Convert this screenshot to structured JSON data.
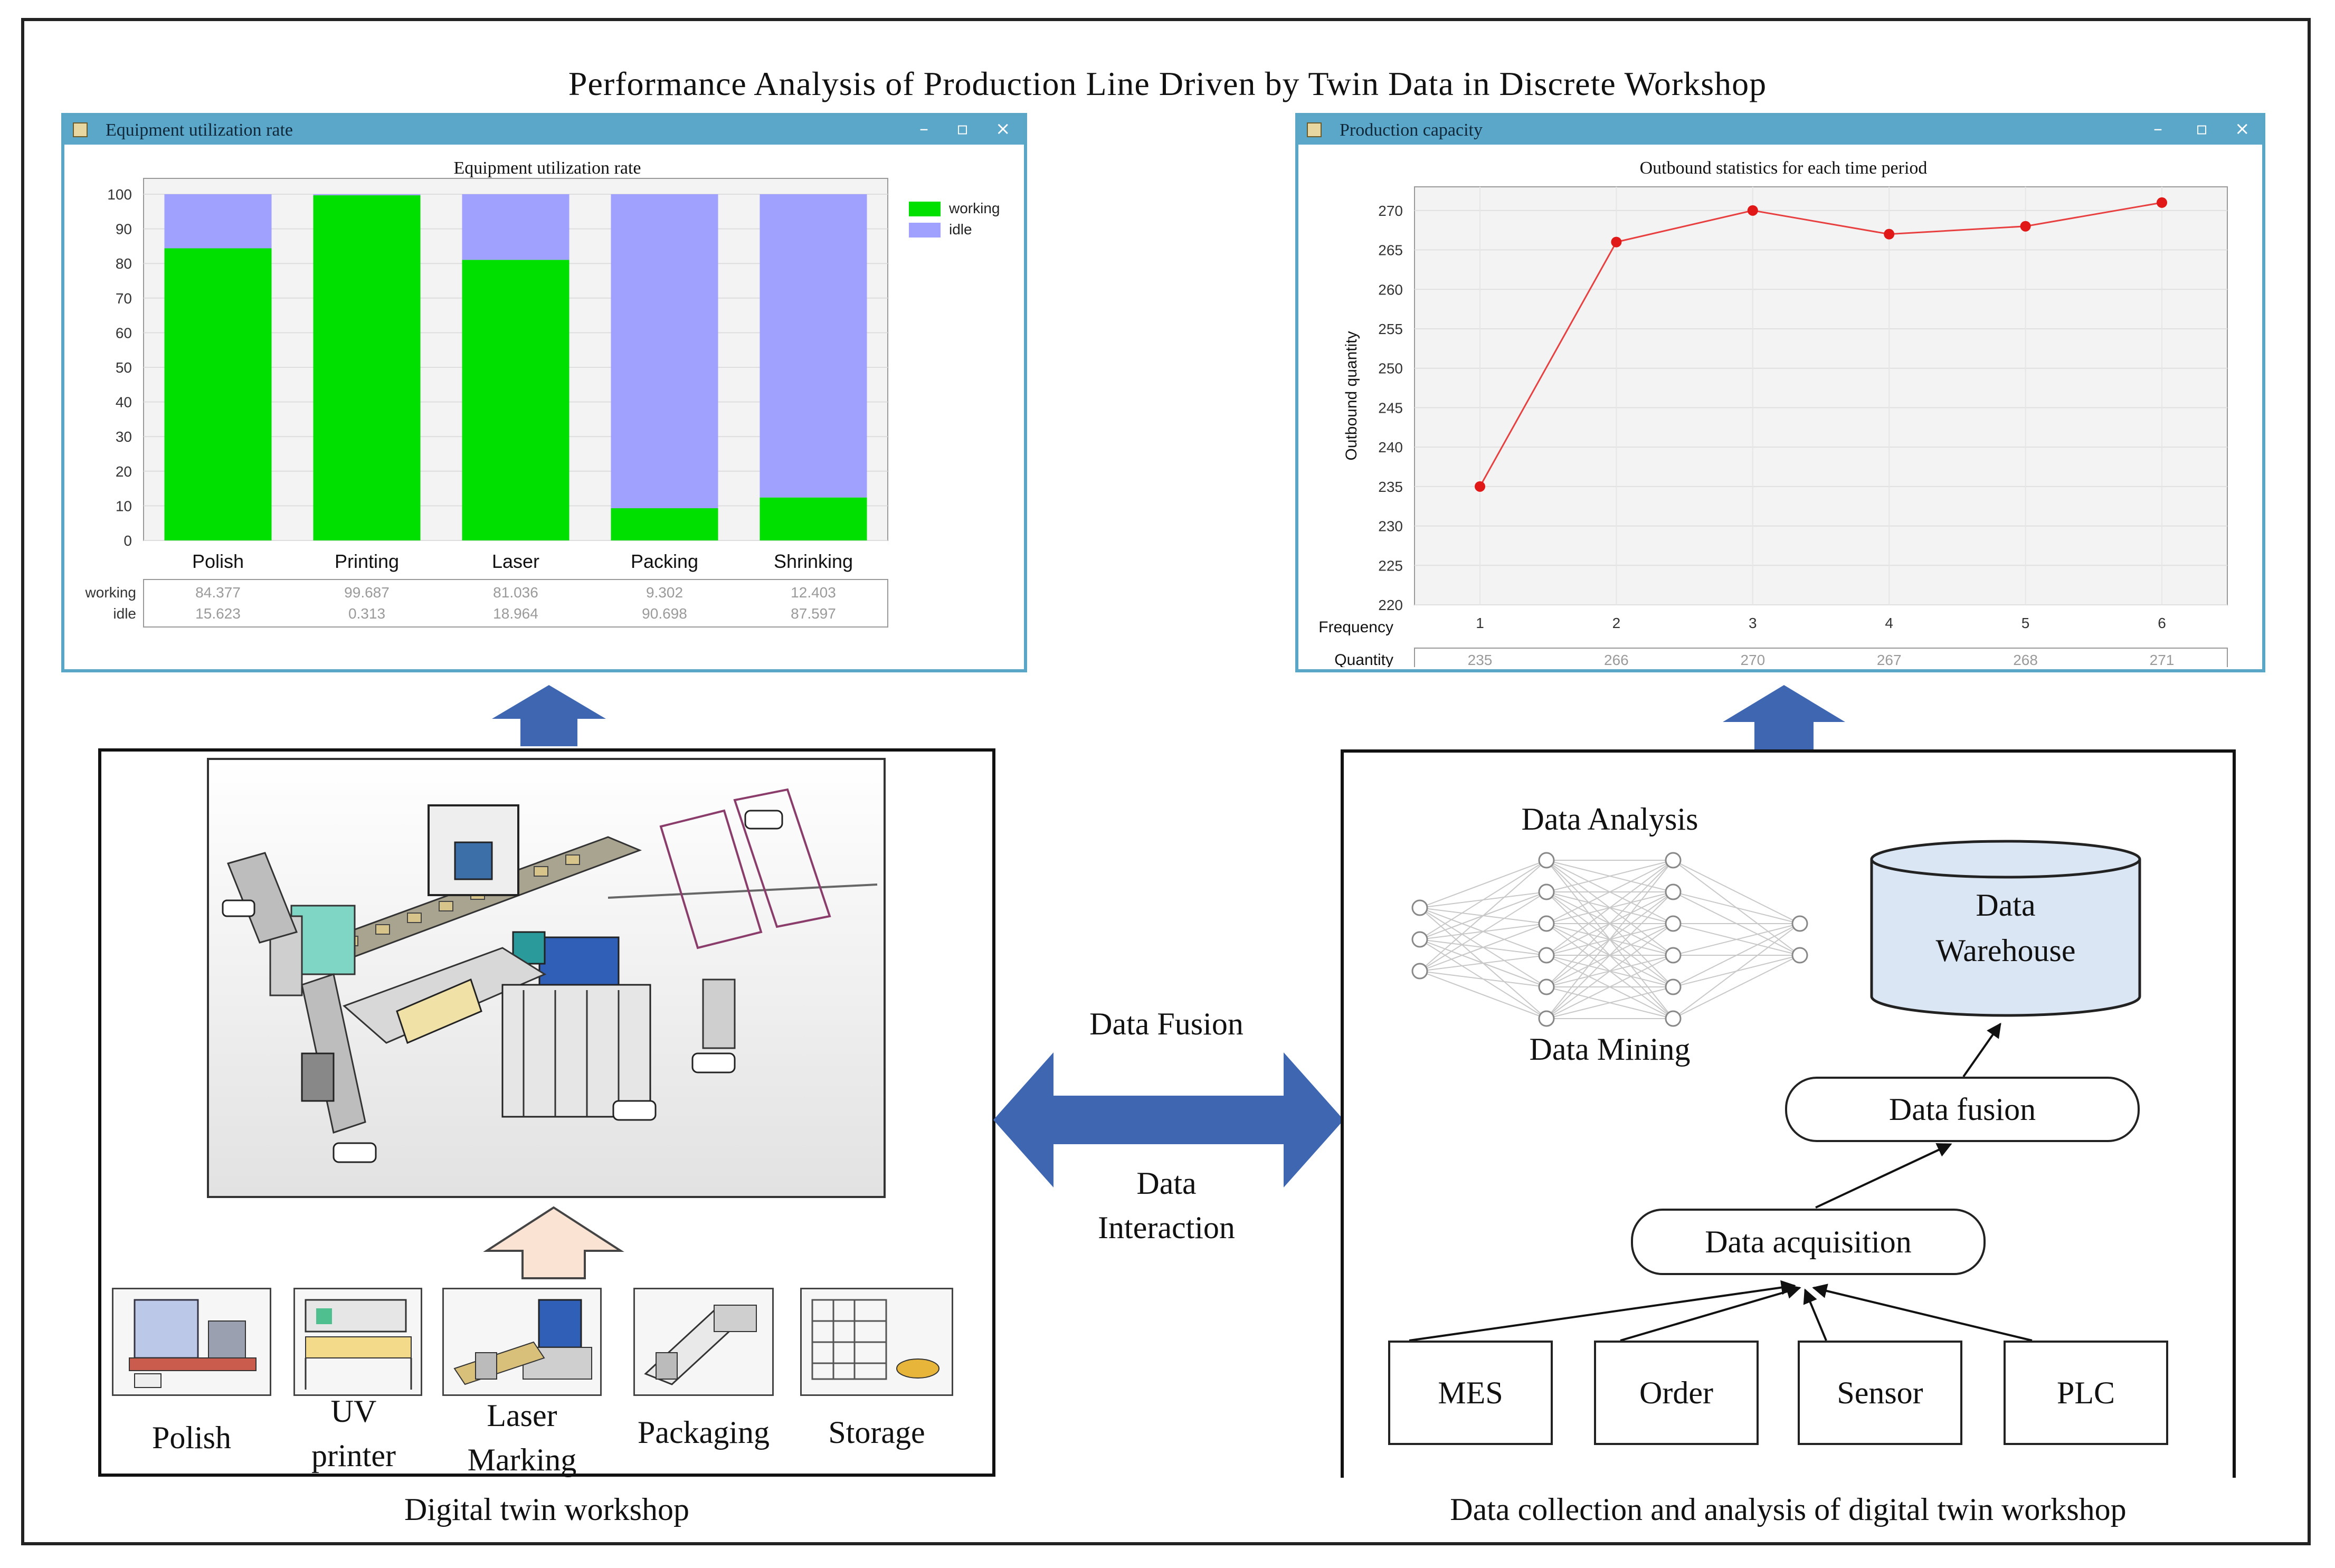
{
  "title": "Performance Analysis of Production Line Driven by Twin Data in Discrete Workshop",
  "colors": {
    "window_bar": "#5ba7c9",
    "working": "#00e000",
    "idle": "#a0a0ff",
    "line": "#e84040",
    "arrow": "#3f66b0",
    "arrow_light": "#fbe3d4",
    "warehouse": "#dae6f3"
  },
  "left_window": {
    "bar_title": "Equipment utilization rate",
    "chart_title": "Equipment utilization rate",
    "legend": [
      "working",
      "idle"
    ],
    "row_labels": [
      "working",
      "idle"
    ]
  },
  "right_window": {
    "bar_title": "Production capacity",
    "chart_title": "Outbound statistics for each time period",
    "ylabel": "Outbound quantity",
    "row_labels": [
      "Frequency",
      "Quantity"
    ]
  },
  "chart_data": [
    {
      "type": "bar",
      "stacked": true,
      "title": "Equipment utilization rate",
      "categories": [
        "Polish",
        "Printing",
        "Laser",
        "Packing",
        "Shrinking"
      ],
      "series": [
        {
          "name": "working",
          "values": [
            84.377,
            99.687,
            81.036,
            9.302,
            12.403
          ],
          "color": "#00e000"
        },
        {
          "name": "idle",
          "values": [
            15.623,
            0.313,
            18.964,
            90.698,
            87.597
          ],
          "color": "#a0a0ff"
        }
      ],
      "value_labels": {
        "working": [
          "84.377",
          "99.687",
          "81.036",
          "9.302",
          "12.403"
        ],
        "idle": [
          "15.623",
          "0.313",
          "18.964",
          "90.698",
          "87.597"
        ]
      },
      "ylim": [
        0,
        100
      ],
      "yticks": [
        "0",
        "10",
        "20",
        "30",
        "40",
        "50",
        "60",
        "70",
        "80",
        "90",
        "100"
      ],
      "legend_position": "top-right",
      "grid": true
    },
    {
      "type": "line",
      "title": "Outbound statistics for each time period",
      "ylabel": "Outbound quantity",
      "x": [
        1,
        2,
        3,
        4,
        5,
        6
      ],
      "x_labels": [
        "1",
        "2",
        "3",
        "4",
        "5",
        "6"
      ],
      "series": [
        {
          "values": [
            235,
            266,
            270,
            267,
            268,
            271
          ]
        }
      ],
      "value_labels": [
        "235",
        "266",
        "270",
        "267",
        "268",
        "271"
      ],
      "ylim": [
        220,
        273
      ],
      "yticks": [
        "220",
        "225",
        "230",
        "235",
        "240",
        "245",
        "250",
        "255",
        "260",
        "265",
        "270"
      ],
      "grid": true
    }
  ],
  "workshop": {
    "caption": "Digital twin workshop",
    "stations": [
      {
        "lines": [
          "Polish"
        ]
      },
      {
        "lines": [
          "UV",
          "printer"
        ]
      },
      {
        "lines": [
          "Laser",
          "Marking"
        ]
      },
      {
        "lines": [
          "Packaging"
        ]
      },
      {
        "lines": [
          "Storage"
        ]
      }
    ]
  },
  "exchange": {
    "top": "Data Fusion",
    "bottom_lines": [
      "Data",
      "Interaction"
    ]
  },
  "analysis": {
    "caption": "Data collection and analysis of digital twin workshop",
    "nn_top": "Data Analysis",
    "nn_bottom": "Data Mining",
    "warehouse_lines": [
      "Data",
      "Warehouse"
    ],
    "fusion": "Data fusion",
    "acquisition": "Data acquisition",
    "sources": [
      "MES",
      "Order",
      "Sensor",
      "PLC"
    ]
  }
}
